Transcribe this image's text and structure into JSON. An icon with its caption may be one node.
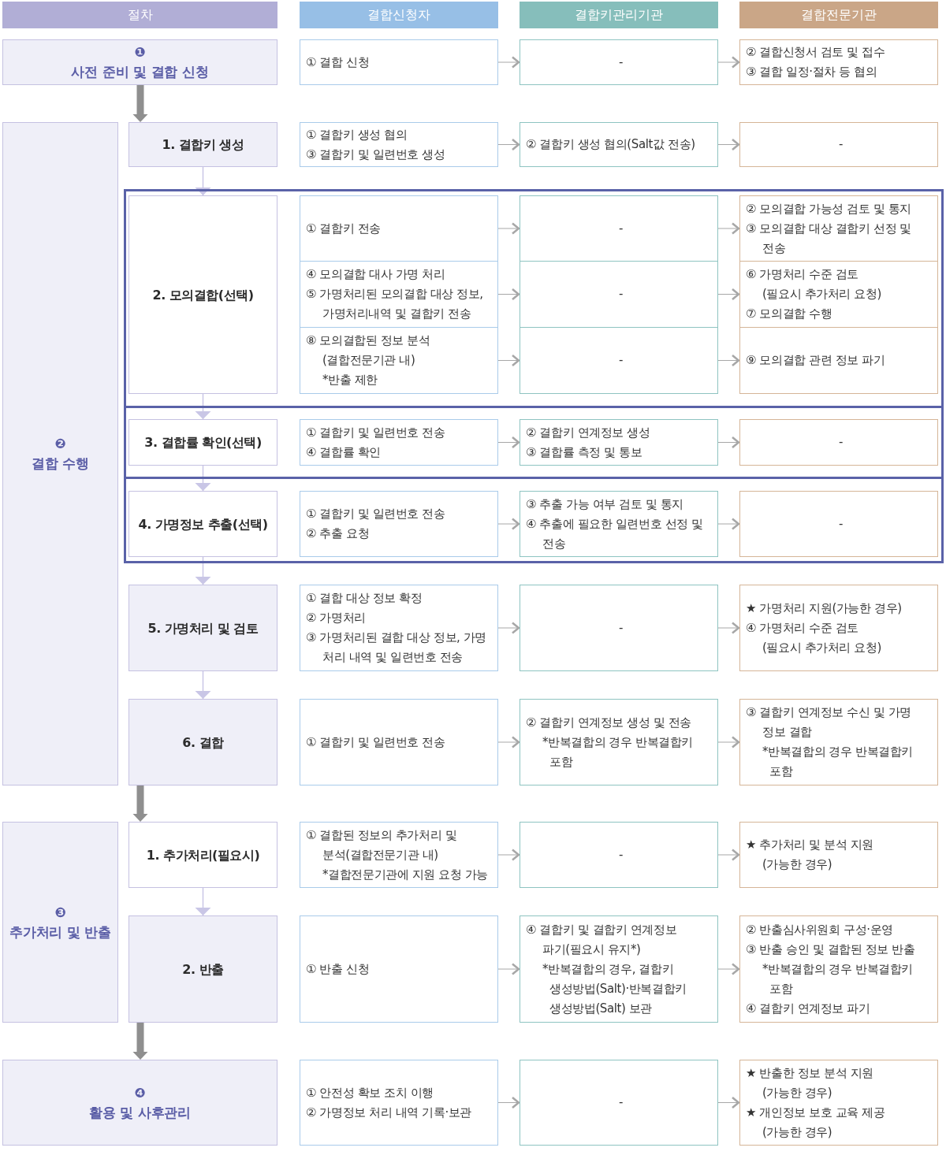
{
  "diagram": {
    "nodes": [
      {
        "text": [
          "절차"
        ]
      },
      {
        "text": [
          "결합신청자"
        ]
      },
      {
        "text": [
          "결합키관리기관"
        ]
      },
      {
        "text": [
          "결합전문기관"
        ]
      },
      {
        "text": [
          "❶",
          "사전 준비 및 결합 신청"
        ]
      },
      {
        "text": [
          "① 결합 신청"
        ]
      },
      {
        "text": [
          "-"
        ]
      },
      {
        "text": [
          "② 결합신청서 검토 및 접수",
          "③ 결합 일정·절차 등 협의"
        ]
      },
      {
        "text": [
          "❷",
          "결합 수행"
        ]
      },
      {
        "text": [
          "1. 결합키 생성"
        ]
      },
      {
        "text": [
          "① 결합키 생성 협의",
          "③ 결합키 및 일련번호 생성"
        ]
      },
      {
        "text": [
          "② 결합키 생성 협의(Salt값 전송)"
        ]
      },
      {
        "text": [
          "-"
        ]
      },
      {
        "text": [],
        "shape": "box"
      },
      {
        "text": [
          "2. 모의결합(선택)"
        ],
        "in": 13
      },
      {
        "text": [
          "① 결합키 전송"
        ],
        "in": 13
      },
      {
        "text": [
          "-"
        ],
        "in": 13
      },
      {
        "text": [
          "② 모의결합 가능성 검토 및 통지",
          "③ 모의결합 대상 결합키 선정 및 전송"
        ],
        "in": 13
      },
      {
        "text": [
          "④ 모의결합 대사 가명 처리",
          "⑤ 가명처리된 모의결합 대상 정보, 가명처리내역 및 결합키 전송"
        ],
        "in": 13
      },
      {
        "text": [
          "-"
        ],
        "in": 13
      },
      {
        "text": [
          "⑥ 가명처리 수준 검토",
          "(필요시 추가처리 요청)",
          "⑦ 모의결합 수행"
        ],
        "in": 13
      },
      {
        "text": [
          "⑧ 모의결합된 정보 분석",
          "(결합전문기관 내)",
          "*반출 제한"
        ],
        "in": 13
      },
      {
        "text": [
          "-"
        ],
        "in": 13
      },
      {
        "text": [
          "⑨ 모의결합 관련 정보 파기"
        ],
        "in": 13
      },
      {
        "text": [],
        "shape": "box"
      },
      {
        "text": [
          "3. 결합률 확인(선택)"
        ],
        "in": 24
      },
      {
        "text": [
          "① 결합키 및 일련번호 전송",
          "④ 결합률 확인"
        ],
        "in": 24
      },
      {
        "text": [
          "② 결합키 연계정보 생성",
          "③ 결합률 측정 및 통보"
        ],
        "in": 24
      },
      {
        "text": [
          "-"
        ],
        "in": 24
      },
      {
        "text": [],
        "shape": "box"
      },
      {
        "text": [
          "4. 가명정보 추출(선택)"
        ],
        "in": 29
      },
      {
        "text": [
          "① 결합키 및 일련번호 전송",
          "② 추출 요청"
        ],
        "in": 29
      },
      {
        "text": [
          "③ 추출 가능 여부 검토 및 통지",
          "④ 추출에 필요한 일련번호 선정 및 전송"
        ],
        "in": 29
      },
      {
        "text": [
          "-"
        ],
        "in": 29
      },
      {
        "text": [
          "5. 가명처리 및 검토"
        ]
      },
      {
        "text": [
          "① 결합 대상 정보 확정",
          "② 가명처리",
          "③ 가명처리된 결합 대상 정보, 가명 처리 내역 및 일련번호 전송"
        ]
      },
      {
        "text": [
          "-"
        ]
      },
      {
        "text": [
          "★ 가명처리 지원(가능한 경우)",
          "④ 가명처리 수준 검토",
          "(필요시 추가처리 요청)"
        ]
      },
      {
        "text": [
          "6. 결합"
        ]
      },
      {
        "text": [
          "① 결합키 및 일련번호 전송"
        ]
      },
      {
        "text": [
          "② 결합키 연계정보 생성 및 전송",
          "*반복결합의 경우 반복결합키 포함"
        ]
      },
      {
        "text": [
          "③ 결합키 연계정보 수신 및 가명 정보 결합",
          "*반복결합의 경우 반복결합키 포함"
        ]
      },
      {
        "text": [
          "❸",
          "추가처리 및 반출"
        ]
      },
      {
        "text": [
          "1. 추가처리(필요시)"
        ]
      },
      {
        "text": [
          "① 결합된 정보의 추가처리 및 분석(결합전문기관 내)",
          "*결합전문기관에 지원 요청 가능"
        ]
      },
      {
        "text": [
          "-"
        ]
      },
      {
        "text": [
          "★ 추가처리 및 분석 지원",
          "(가능한 경우)"
        ]
      },
      {
        "text": [
          "2. 반출"
        ]
      },
      {
        "text": [
          "① 반출 신청"
        ]
      },
      {
        "text": [
          "④ 결합키 및 결합키 연계정보 파기(필요시 유지*)",
          "*반복결합의 경우, 결합키 생성방법(Salt)·반복결합키 생성방법(Salt) 보관"
        ]
      },
      {
        "text": [
          "② 반출심사위원회 구성·운영",
          "③ 반출 승인 및 결합된 정보 반출",
          "*반복결합의 경우 반복결합키 포함",
          "④ 결합키 연계정보 파기"
        ]
      },
      {
        "text": [
          "❹",
          "활용 및 사후관리"
        ]
      },
      {
        "text": [
          "① 안전성 확보 조치 이행",
          "② 가명정보 처리 내역 기록·보관"
        ]
      },
      {
        "text": [
          "-"
        ]
      },
      {
        "text": [
          "★ 반출한 정보 분석 지원",
          "(가능한 경우)",
          "★ 개인정보 보호 교육 제공",
          "(가능한 경우)"
        ]
      }
    ],
    "edges": [
      {
        "from": 5,
        "to": 6,
        "arrow": "to"
      },
      {
        "from": 6,
        "to": 7,
        "arrow": "to"
      },
      {
        "from": 4,
        "to": 9,
        "arrow": "to",
        "style": "thick",
        "color": "#8f8f8f"
      },
      {
        "from": 10,
        "to": 11,
        "arrow": "to"
      },
      {
        "from": 11,
        "to": 12,
        "arrow": "to"
      },
      {
        "from": 9,
        "to": 14,
        "arrow": "to",
        "color": "#c9c6e6"
      },
      {
        "from": 15,
        "to": 16,
        "arrow": "to"
      },
      {
        "from": 16,
        "to": 17,
        "arrow": "to"
      },
      {
        "from": 18,
        "to": 19,
        "arrow": "to"
      },
      {
        "from": 19,
        "to": 20,
        "arrow": "to"
      },
      {
        "from": 21,
        "to": 22,
        "arrow": "to"
      },
      {
        "from": 22,
        "to": 23,
        "arrow": "to"
      },
      {
        "from": 14,
        "to": 25,
        "arrow": "to",
        "color": "#c9c6e6"
      },
      {
        "from": 26,
        "to": 27,
        "arrow": "to"
      },
      {
        "from": 27,
        "to": 28,
        "arrow": "to"
      },
      {
        "from": 25,
        "to": 30,
        "arrow": "to",
        "color": "#c9c6e6"
      },
      {
        "from": 31,
        "to": 32,
        "arrow": "to"
      },
      {
        "from": 32,
        "to": 33,
        "arrow": "to"
      },
      {
        "from": 30,
        "to": 34,
        "arrow": "to",
        "color": "#c9c6e6"
      },
      {
        "from": 35,
        "to": 36,
        "arrow": "to"
      },
      {
        "from": 36,
        "to": 37,
        "arrow": "to"
      },
      {
        "from": 34,
        "to": 38,
        "arrow": "to",
        "color": "#c9c6e6"
      },
      {
        "from": 39,
        "to": 40,
        "arrow": "to"
      },
      {
        "from": 40,
        "to": 41,
        "arrow": "to"
      },
      {
        "from": 38,
        "to": 43,
        "arrow": "to",
        "style": "thick",
        "color": "#8f8f8f"
      },
      {
        "from": 44,
        "to": 45,
        "arrow": "to"
      },
      {
        "from": 45,
        "to": 46,
        "arrow": "to"
      },
      {
        "from": 43,
        "to": 47,
        "arrow": "to",
        "color": "#c9c6e6"
      },
      {
        "from": 48,
        "to": 49,
        "arrow": "to"
      },
      {
        "from": 49,
        "to": 50,
        "arrow": "to"
      },
      {
        "from": 47,
        "to": 51,
        "arrow": "to",
        "style": "thick",
        "color": "#8f8f8f"
      },
      {
        "from": 52,
        "to": 53,
        "arrow": "to"
      },
      {
        "from": 53,
        "to": 54,
        "arrow": "to"
      }
    ]
  }
}
